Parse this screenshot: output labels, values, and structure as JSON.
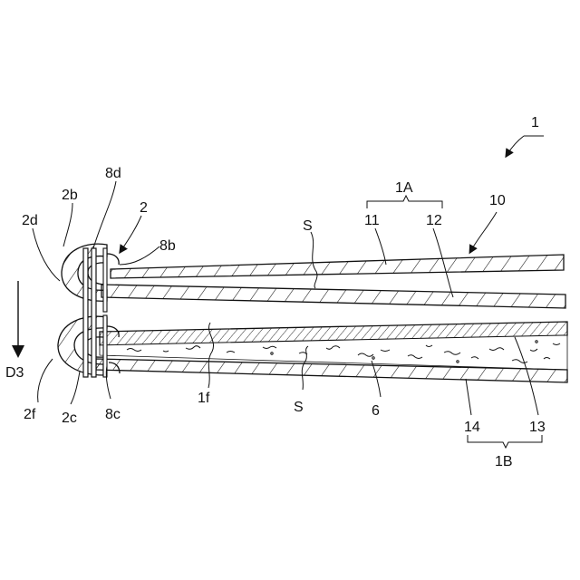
{
  "figure": {
    "labels": {
      "assembly": "1",
      "pack": "10",
      "group_a": "1A",
      "sheet_11": "11",
      "sheet_12": "12",
      "clip": "2",
      "clip_2b": "2b",
      "clip_8d": "8d",
      "clip_2d": "2d",
      "clip_8b": "8b",
      "space_s_top": "S",
      "direction": "D3",
      "fold_1f": "1f",
      "space_s_bottom": "S",
      "filler_6": "6",
      "clip_2f": "2f",
      "clip_2c": "2c",
      "clip_8c": "8c",
      "sheet_14": "14",
      "sheet_13": "13",
      "group_b": "1B"
    }
  }
}
